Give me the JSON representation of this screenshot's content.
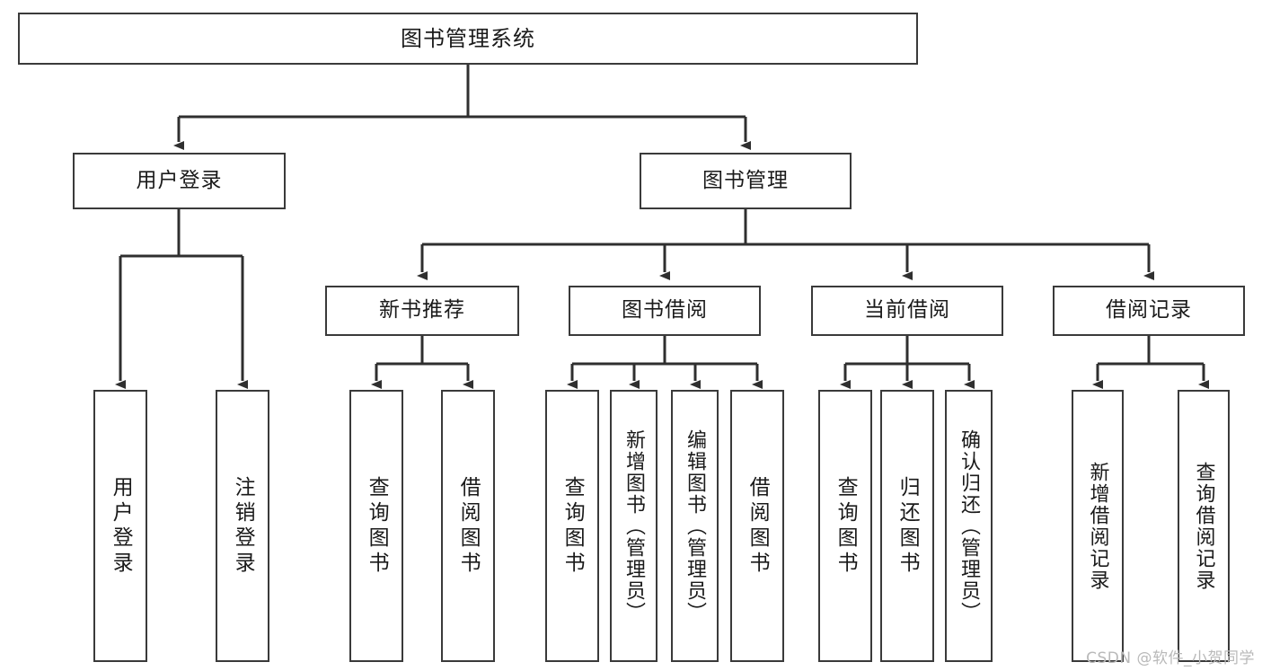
{
  "diagram": {
    "type": "tree",
    "title": "图书管理系统",
    "root": {
      "label": "图书管理系统"
    },
    "level1": [
      {
        "label": "用户登录"
      },
      {
        "label": "图书管理"
      }
    ],
    "level2": [
      {
        "label": "新书推荐"
      },
      {
        "label": "图书借阅"
      },
      {
        "label": "当前借阅"
      },
      {
        "label": "借阅记录"
      }
    ],
    "leaves": {
      "user_login": [
        {
          "label": "用户登录"
        },
        {
          "label": "注销登录"
        }
      ],
      "new_book_recommend": [
        {
          "label": "查询图书"
        },
        {
          "label": "借阅图书"
        }
      ],
      "book_borrow": [
        {
          "label": "查询图书"
        },
        {
          "label": "新增图书（管理员）"
        },
        {
          "label": "编辑图书（管理员）"
        },
        {
          "label": "借阅图书"
        }
      ],
      "current_borrow": [
        {
          "label": "查询图书"
        },
        {
          "label": "归还图书"
        },
        {
          "label": "确认归还（管理员）"
        }
      ],
      "borrow_record": [
        {
          "label": "新增借阅记录"
        },
        {
          "label": "查询借阅记录"
        }
      ]
    }
  },
  "watermark": {
    "text": "CSDN @软件_小贺同学"
  },
  "colors": {
    "box_border": "#3a3a3a",
    "line": "#2f2f2f",
    "text": "#1a1a1a",
    "background": "#ffffff",
    "watermark": "#b9b9b9"
  }
}
